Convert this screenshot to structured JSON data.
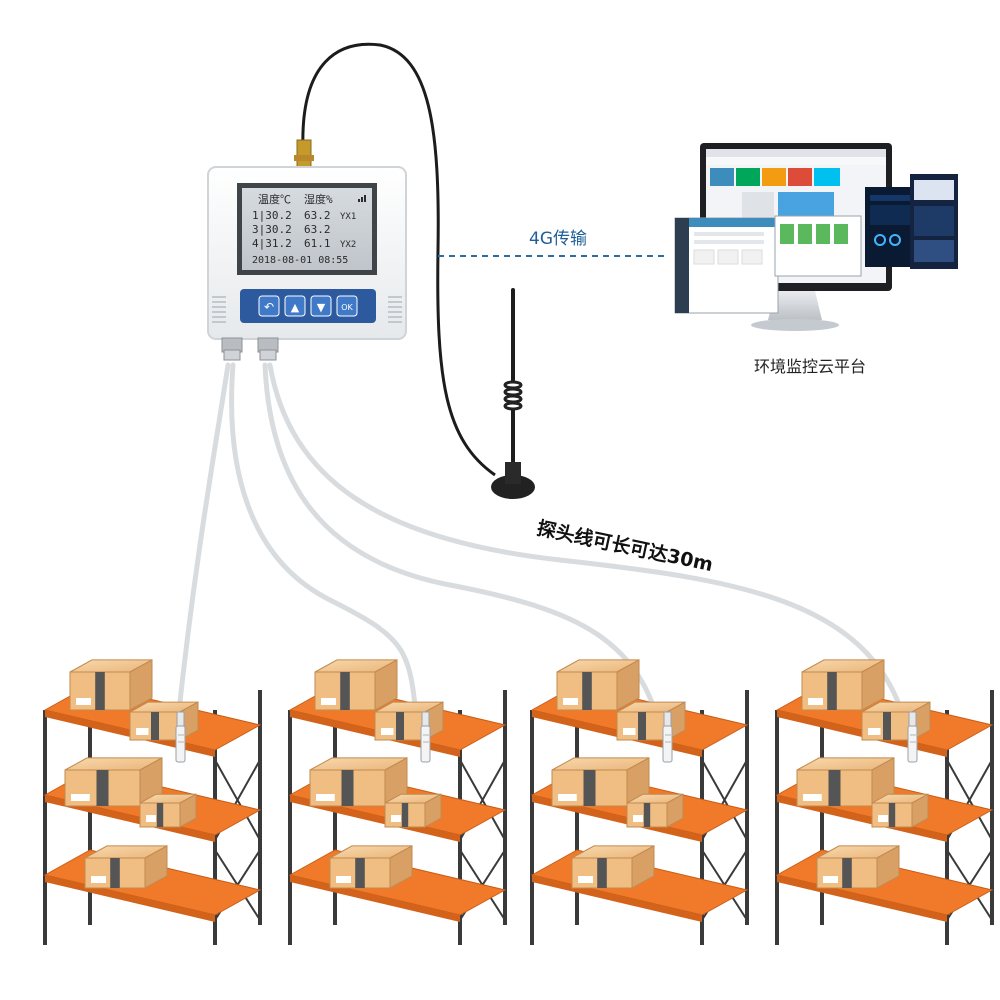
{
  "link_label": "4G传输",
  "platform_label": "环境监控云平台",
  "cable_label": "探头线可长可达30m",
  "device": {
    "lcd_header_temp": "温度℃",
    "lcd_header_hum": "湿度%",
    "lcd_rows": [
      {
        "left": "1|30.2",
        "right": "63.2",
        "tag": "YX1"
      },
      {
        "left": "3|30.2",
        "right": "63.2",
        "tag": ""
      },
      {
        "left": "4|31.2",
        "right": "61.1",
        "tag": "YX2"
      }
    ],
    "lcd_datetime": "2018-08-01 08:55",
    "buttons": [
      "↶",
      "▲",
      "▼",
      "OK"
    ]
  },
  "colors": {
    "link_line": "#2e6da4",
    "link_text": "#1f5f99",
    "shelf_orange": "#f07a2a",
    "shelf_frame": "#3a3a3a",
    "box": "#f3c48e",
    "device_body": "#f4f6f8",
    "lcd": "#c9cfd4",
    "device_band": "#2d5a9e"
  }
}
